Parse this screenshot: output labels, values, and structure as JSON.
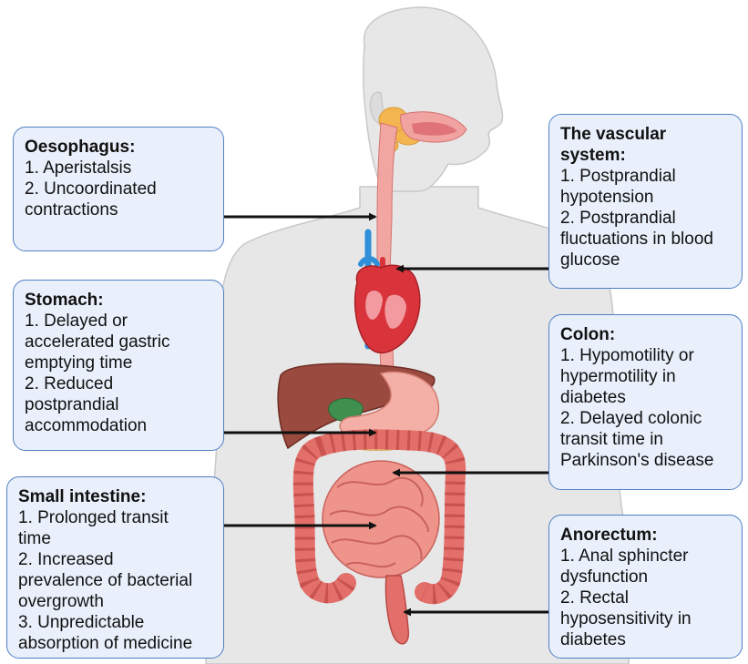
{
  "colors": {
    "box_fill": "#e9f0fb",
    "box_border": "#4f7fc4",
    "arrow": "#111111",
    "body_silhouette": "#e7e7e7",
    "oesophagus": "#f2a6a2",
    "heart": "#d9343c",
    "liver": "#9a4a3e",
    "gallbladder": "#3f8f4e",
    "stomach": "#f4b0a6",
    "intestine": "#e9837c",
    "salivary_glands": "#f3b54f",
    "vessel_blue": "#2f8fd8"
  },
  "annotations": {
    "oesophagus": {
      "title": "Oesophagus:",
      "items": [
        "1. Aperistalsis",
        "2. Uncoordinated",
        "contractions"
      ]
    },
    "stomach": {
      "title": "Stomach:",
      "items": [
        "1. Delayed or",
        "accelerated gastric",
        "emptying time",
        "2. Reduced",
        "postprandial",
        "accommodation"
      ]
    },
    "small_intestine": {
      "title": "Small intestine:",
      "items": [
        "1. Prolonged transit",
        "time",
        "2. Increased",
        "prevalence of bacterial",
        "overgrowth",
        "3. Unpredictable",
        "absorption of medicine"
      ]
    },
    "vascular": {
      "title_lines": [
        "The vascular",
        "system:"
      ],
      "items": [
        "1. Postprandial",
        "hypotension",
        "2. Postprandial",
        "fluctuations in blood",
        "glucose"
      ]
    },
    "colon": {
      "title": "Colon:",
      "items": [
        "1. Hypomotility or",
        "hypermotility in",
        "diabetes",
        "2. Delayed colonic",
        "transit time in",
        "Parkinson's disease"
      ]
    },
    "anorectum": {
      "title": "Anorectum:",
      "items": [
        "1. Anal sphincter",
        "dysfunction",
        "2. Rectal",
        "hyposensitivity in",
        "diabetes"
      ]
    }
  }
}
